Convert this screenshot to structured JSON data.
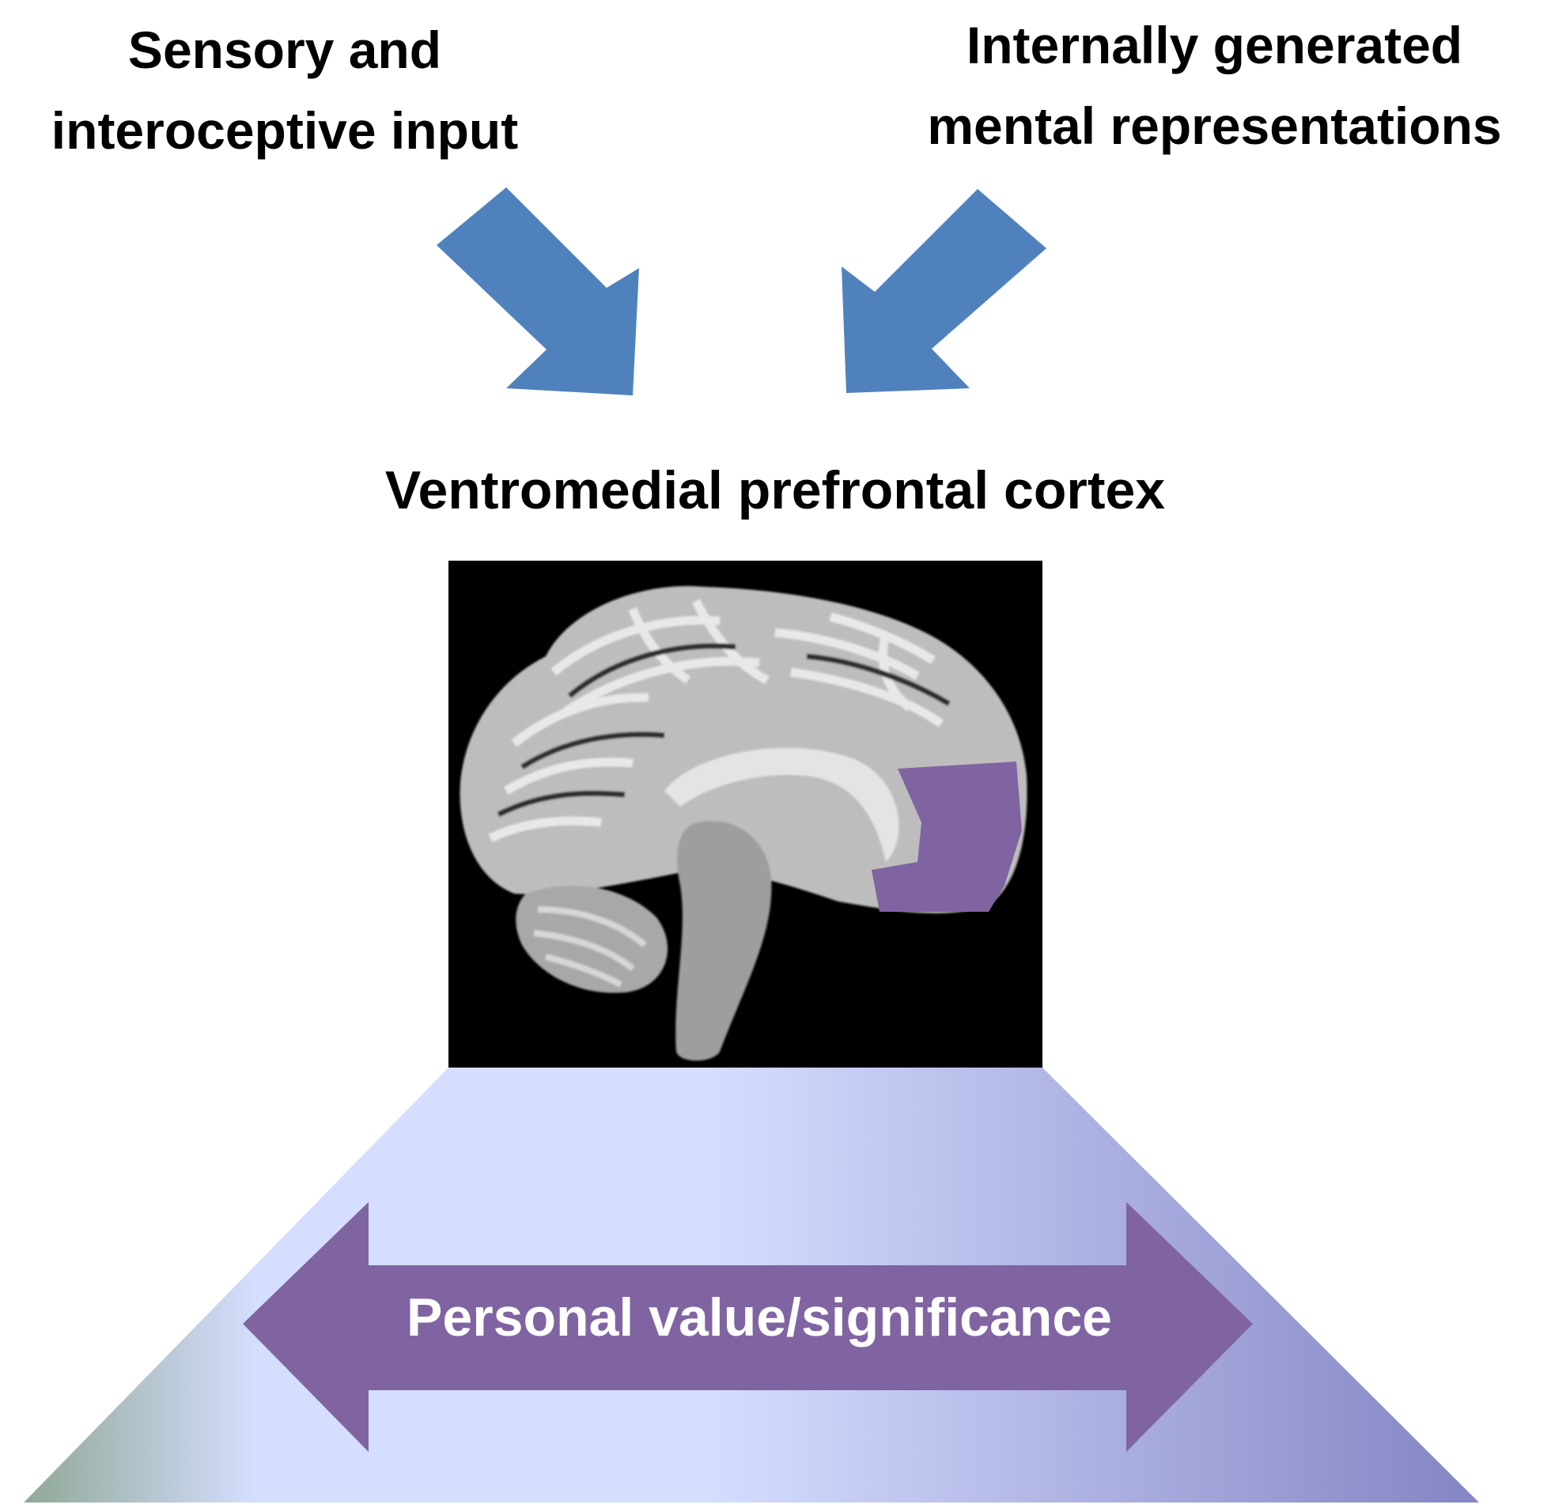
{
  "inputs": {
    "left": {
      "line1": "Sensory and",
      "line2": "interoceptive input"
    },
    "right": {
      "line1": "Internally generated",
      "line2": "mental representations"
    }
  },
  "region": {
    "title": "Ventromedial prefrontal cortex"
  },
  "output": {
    "label": "Personal value/significance"
  },
  "colors": {
    "arrow_blue": "#4f81bd",
    "vmpfc_purple": "#8064a2",
    "trapezoid_light": "#d5deff",
    "trapezoid_right": "#8584c4",
    "trapezoid_left": "#8fa996",
    "background": "#ffffff",
    "brain_background": "#000000"
  },
  "icons": {
    "arrows": "block-arrow-icon",
    "brain": "brain-sagittal-mri-icon",
    "value_scale": "double-headed-arrow-icon"
  }
}
